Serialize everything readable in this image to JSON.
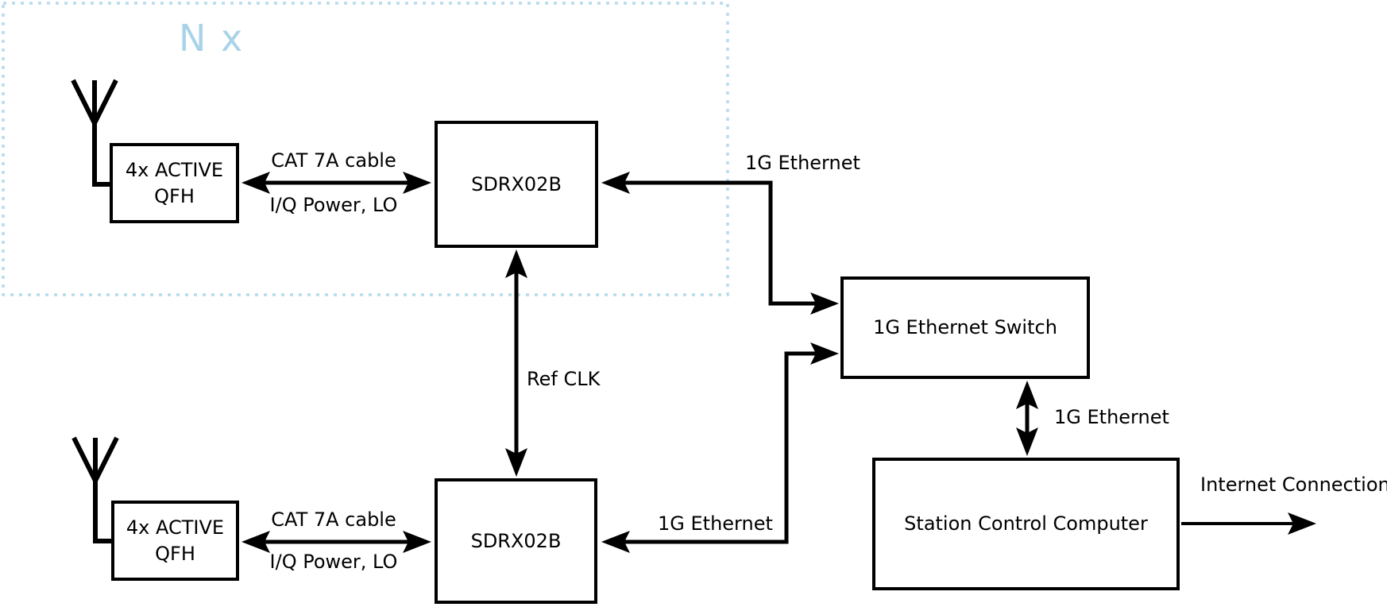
{
  "diagram": {
    "group_multiplier_label": "N x",
    "colors": {
      "accent_blue_text": "#a9d3e8",
      "group_dotted_border": "#b5dcec",
      "stroke": "#000000",
      "background": "#ffffff"
    },
    "nodes": {
      "qfh_top": {
        "line1": "4x ACTIVE",
        "line2": "QFH"
      },
      "sdrx_top": {
        "label": "SDRX02B"
      },
      "qfh_bottom": {
        "line1": "4x ACTIVE",
        "line2": "QFH"
      },
      "sdrx_bottom": {
        "label": "SDRX02B"
      },
      "ethernet_switch": {
        "label": "1G Ethernet Switch"
      },
      "station_computer": {
        "label": "Station Control Computer"
      }
    },
    "edges": {
      "cat7a_top": {
        "cable_label": "CAT 7A cable",
        "signal_label": "I/Q Power, LO"
      },
      "cat7a_bottom": {
        "cable_label": "CAT 7A cable",
        "signal_label": "I/Q Power, LO"
      },
      "ethernet_top": {
        "label": "1G Ethernet"
      },
      "ethernet_bottom": {
        "label": "1G Ethernet"
      },
      "ethernet_switch_computer": {
        "label": "1G Ethernet"
      },
      "ref_clk": {
        "label": "Ref CLK"
      },
      "internet": {
        "label": "Internet Connection"
      }
    }
  }
}
